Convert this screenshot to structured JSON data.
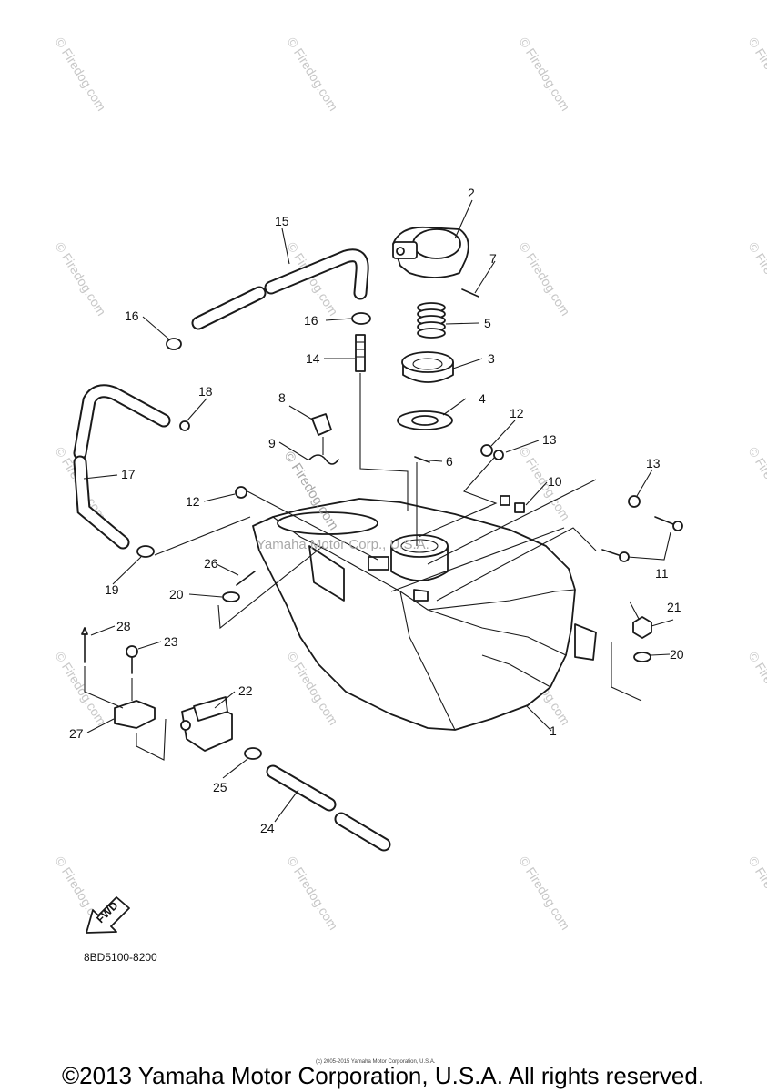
{
  "watermark": {
    "text": "Firedog.com",
    "symbol": "©"
  },
  "center_watermark": "Yamaha Motor Corp., U.S.A.",
  "tank_watermark": "Firedog.com",
  "diagram_code": "8BD5100-8200",
  "fwd_label": "FWD",
  "small_copyright": "(c) 2005-2015 Yamaha Motor Corporation, U.S.A.",
  "copyright": "©2013 Yamaha Motor Corporation, U.S.A. All rights reserved.",
  "callouts": {
    "n1": "1",
    "n2": "2",
    "n3": "3",
    "n4": "4",
    "n5": "5",
    "n6": "6",
    "n7": "7",
    "n8": "8",
    "n9": "9",
    "n10": "10",
    "n11": "11",
    "n12a": "12",
    "n12b": "12",
    "n13a": "13",
    "n13b": "13",
    "n14": "14",
    "n15": "15",
    "n16a": "16",
    "n16b": "16",
    "n17": "17",
    "n18": "18",
    "n19": "19",
    "n20a": "20",
    "n20b": "20",
    "n21": "21",
    "n22": "22",
    "n23": "23",
    "n24": "24",
    "n25": "25",
    "n26": "26",
    "n27": "27",
    "n28": "28"
  }
}
